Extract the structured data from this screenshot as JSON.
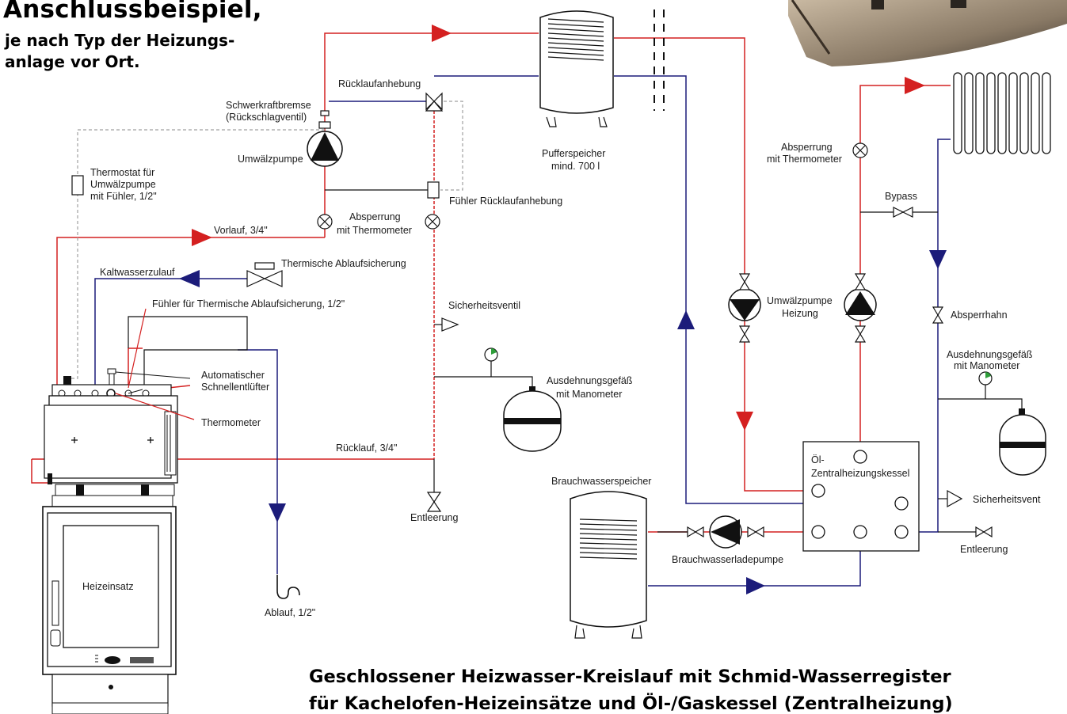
{
  "header": {
    "title": "Anschlussbeispiel,",
    "subtitle_line1": "je nach Typ der Heizungs-",
    "subtitle_line2": "anlage vor Ort."
  },
  "caption": {
    "line1": "Geschlossener Heizwasser-Kreislauf mit Schmid-Wasserregister",
    "line2": "für Kachelofen-Heizeinsätze und Öl-/Gaskessel (Zentralheizung)"
  },
  "labels": {
    "ruecklaufanhebung": "Rücklaufanhebung",
    "schwerkraftbremse_1": "Schwerkraftbremse",
    "schwerkraftbremse_2": "(Rückschlagventil)",
    "umwaelzpumpe": "Umwälzpumpe",
    "thermostat_1": "Thermostat für",
    "thermostat_2": "Umwälzpumpe",
    "thermostat_3": "mit Fühler, 1/2\"",
    "fuehler_ruecklauf": "Fühler Rücklaufanhebung",
    "absperrung_thermo_1": "Absperrung",
    "absperrung_thermo_2": "mit Thermometer",
    "vorlauf": "Vorlauf, 3/4\"",
    "kaltwasserzulauf": "Kaltwasserzulauf",
    "thermische_ablaufsicherung": "Thermische Ablaufsicherung",
    "fuehler_thermische": "Fühler für Thermische Ablaufsicherung, 1/2\"",
    "sicherheitsventil": "Sicherheitsventil",
    "automatischer_1": "Automatischer",
    "automatischer_2": "Schnellentlüfter",
    "thermometer": "Thermometer",
    "ausdehnung_1": "Ausdehnungsgefäß",
    "ausdehnung_2": "mit Manometer",
    "ruecklauf": "Rücklauf, 3/4\"",
    "entleerung": "Entleerung",
    "ablauf": "Ablauf, 1/2\"",
    "heizeinsatz": "Heizeinsatz",
    "pufferspeicher_1": "Pufferspeicher",
    "pufferspeicher_2": "mind. 700 l",
    "absperrung_right_1": "Absperrung",
    "absperrung_right_2": "mit Thermometer",
    "bypass": "Bypass",
    "umwaelzpumpe_heizung_1": "Umwälzpumpe",
    "umwaelzpumpe_heizung_2": "Heizung",
    "absperrhahn": "Absperrhahn",
    "ausdehnung_right_1": "Ausdehnungsgefäß",
    "ausdehnung_right_2": "mit Manometer",
    "kessel_1": "Öl-",
    "kessel_2": "Zentralheizungskessel",
    "sicherheitsvent": "Sicherheitsvent",
    "entleerung_right": "Entleerung",
    "brauchwasserspeicher": "Brauchwasserspeicher",
    "brauchwasserladepumpe": "Brauchwasserladepumpe"
  },
  "colors": {
    "supply": "#d42020",
    "return": "#1c1c7a",
    "dashed": "#a0a0a0",
    "line": "#111111"
  }
}
